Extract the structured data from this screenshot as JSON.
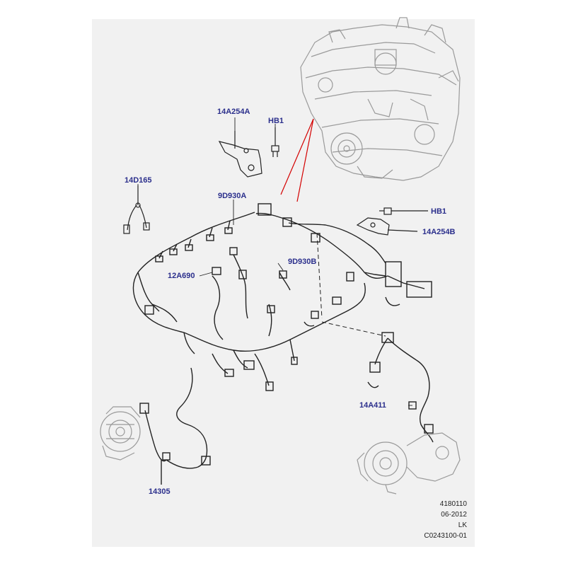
{
  "diagram": {
    "part_labels": {
      "bracket_top": "14A254A",
      "bolt_top": "HB1",
      "sensor_left": "14D165",
      "harness_main": "9D930A",
      "harness_sub": "9D930B",
      "connector_lower": "12A690",
      "bolt_right": "HB1",
      "bracket_right": "14A254B",
      "harness_turbo": "14A411",
      "battery_cable": "14305"
    },
    "footer": {
      "code": "4180110",
      "date": "06-2012",
      "initials": "LK",
      "drawing_ref": "C0243100-01"
    },
    "colors": {
      "panel": "#f1f1f1",
      "label": "#2b2f8c",
      "line": "#222222",
      "engine": "#9a9a9a",
      "callout": "#d40000"
    }
  }
}
